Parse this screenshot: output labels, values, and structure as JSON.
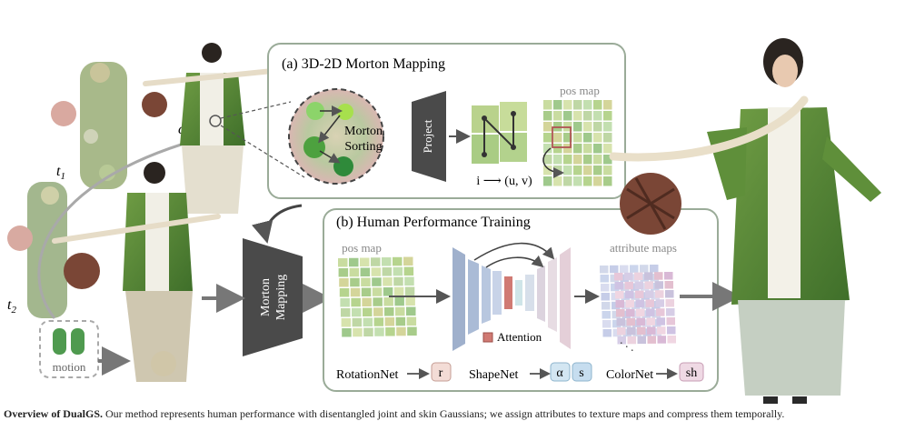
{
  "figure": {
    "panel_a": {
      "title": "(a) 3D-2D Morton Mapping",
      "sorting_label_line1": "Morton",
      "sorting_label_line2": "Sorting",
      "project_label": "Project",
      "pos_map_label": "pos map",
      "mapping_formula": "i ⟶ (u, v)"
    },
    "panel_b": {
      "title": "(b) Human Performance Training",
      "pos_map_label": "pos map",
      "attribute_maps_label": "attribute maps",
      "attention_label": "Attention",
      "rotation_net": "RotationNet",
      "rotation_out": "r",
      "shape_net": "ShapeNet",
      "shape_out_alpha": "α",
      "shape_out_s": "s",
      "color_net": "ColorNet",
      "color_out": "sh"
    },
    "morton_mapping_label_line1": "Morton",
    "morton_mapping_label_line2": "Mapping",
    "left_labels": {
      "c": "c",
      "t1": "t",
      "t1_sub": "1",
      "t2": "t",
      "t2_sub": "2",
      "motion": "motion"
    },
    "colors": {
      "panel_border": "#9aab98",
      "dark_shape": "#4a4a4a",
      "attention_red": "#d07a73",
      "r_box": "#f3dcd6",
      "alpha_box": "#d3e6f2",
      "s_box": "#c6ddef",
      "sh_box": "#efd9e4",
      "green_robe": "#5a8a3a"
    }
  },
  "caption": {
    "bold": "Overview of DualGS.",
    "text": " Our method represents human performance with disentangled joint and skin Gaussians; we assign attributes to texture maps and compress them temporally."
  }
}
